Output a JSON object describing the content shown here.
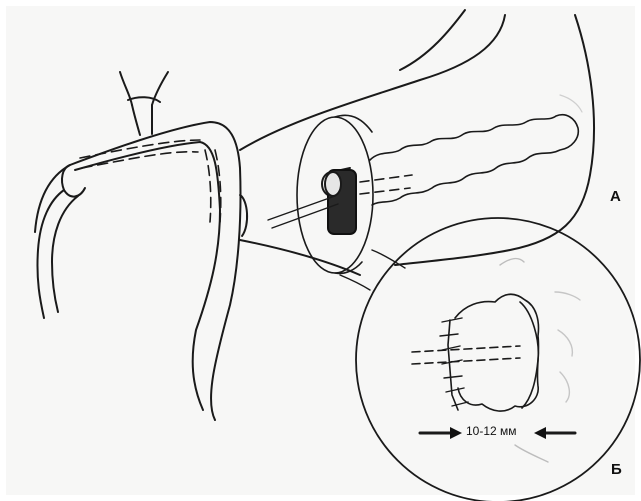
{
  "labels": {
    "panel_a": "А",
    "panel_b": "Б",
    "measurement": "10-12 мм"
  }
}
